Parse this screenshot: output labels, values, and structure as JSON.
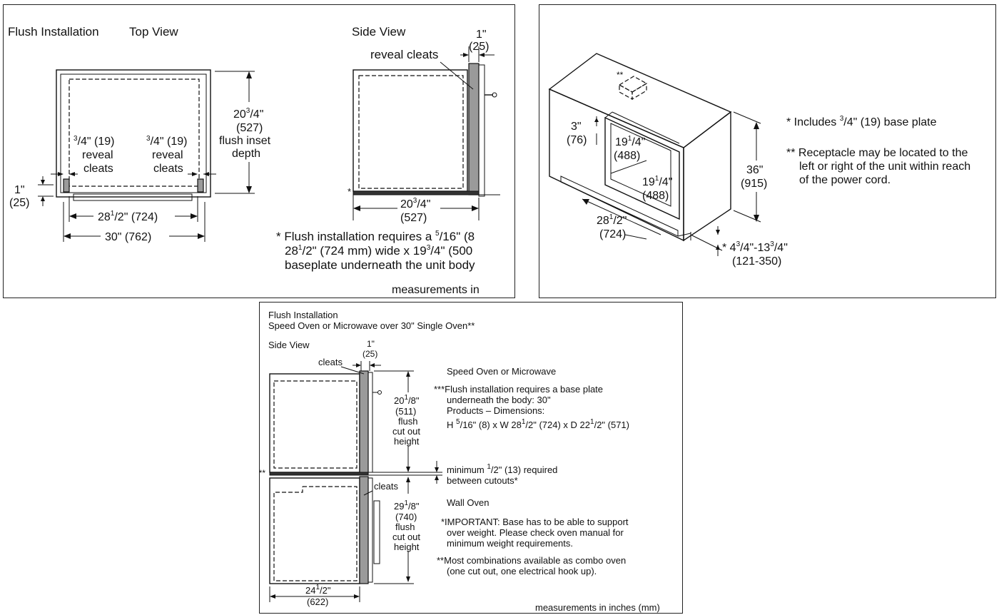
{
  "panel1": {
    "title_flush": "Flush Installation",
    "title_top": "Top View",
    "title_side": "Side View",
    "one_in": "1\"",
    "one_mm": "(25)",
    "reveal_cleats": "reveal cleats",
    "depth_whole": "20",
    "depth_frac": "3",
    "depth_den": "/4\"",
    "depth_mm": "(527)",
    "flush_inset": "flush inset",
    "depth_word": "depth",
    "cleat_frac_num": "3",
    "cleat_frac_rest": "/4\" (19)",
    "reveal": "reveal",
    "cleats": "cleats",
    "left_1in": "1\"",
    "left_1mm": "(25)",
    "w_inner_whole": "28",
    "w_inner_sup": "1",
    "w_inner_rest": "/2\" (724)",
    "w_outer": "30\" (762)",
    "side_depth_whole": "20",
    "side_depth_sup": "3",
    "side_depth_rest": "/4\"",
    "side_depth_mm": "(527)",
    "star": "*",
    "note1_a": "* Flush installation requires a",
    "note1_sup": "5",
    "note1_b": "/16\" (8",
    "note2_a": "28",
    "note2_sup": "1",
    "note2_b": "/2\" (724 mm) wide x 19",
    "note2_sup2": "3",
    "note2_c": "/4\" (500",
    "note3": "baseplate underneath the unit body",
    "measurements": "measurements in"
  },
  "panel2": {
    "stars": "**",
    "h3_in": "3\"",
    "h3_mm": "(76)",
    "w19a_whole": "19",
    "w19a_sup": "1",
    "w19a_rest": "/4\"",
    "w19a_mm": "(488)",
    "w19b_whole": "19",
    "w19b_sup": "1",
    "w19b_rest": "/4\"",
    "w19b_mm": "(488)",
    "h36_in": "36\"",
    "h36_mm": "(915)",
    "w28_whole": "28",
    "w28_sup": "1",
    "w28_rest": "/2\"",
    "w28_mm": "(724)",
    "base_a": "* 4",
    "base_sup1": "3",
    "base_b": "/4\"-13",
    "base_sup2": "3",
    "base_c": "/4\"",
    "base_mm": "(121-350)",
    "note_a": "*  Includes",
    "note_a_sup": "3",
    "note_a_rest": "/4\" (19) base plate",
    "note_b1": "** Receptacle may be located to the",
    "note_b2": "left or right of the unit within reach",
    "note_b3": "of the power cord."
  },
  "panel3": {
    "title1": "Flush Installation",
    "title2": "Speed Oven or Microwave over 30\" Single Oven**",
    "side_view": "Side View",
    "one_in": "1\"",
    "one_mm": "(25)",
    "cleats_top": "cleats",
    "h20_whole": "20",
    "h20_sup": "1",
    "h20_rest": "/8\"",
    "h20_mm": "(511)",
    "flush": "flush",
    "cut_out": "cut out",
    "height": "height",
    "speed_oven": "Speed Oven or Microwave",
    "note3_1": "***Flush installation requires a base plate",
    "note3_2": "underneath the body: 30\"",
    "note3_3": "Products – Dimensions:",
    "note3_4a": "H",
    "note3_4sup": "5",
    "note3_4b": "/16\" (8) x W 28",
    "note3_4sup2": "1",
    "note3_4c": "/2\" (724) x D 22",
    "note3_4sup3": "1",
    "note3_4d": "/2\" (571)",
    "stars3": "***",
    "min_a": "minimum",
    "min_sup": "1",
    "min_b": "/2\" (13) required",
    "min_2": "between cutouts*",
    "cleats_bottom": "cleats",
    "h29_whole": "29",
    "h29_sup": "1",
    "h29_rest": "/8\"",
    "h29_mm": "(740)",
    "flush2": "flush",
    "cut_out2": "cut out",
    "height2": "height",
    "wall_oven": "Wall Oven",
    "imp1": "*IMPORTANT: Base has to be able to support",
    "imp2": "over weight. Please check oven manual for",
    "imp3": "minimum weight requirements.",
    "combo1": "**Most combinations available as combo oven",
    "combo2": "(one cut out, one electrical hook up).",
    "w24_whole": "24",
    "w24_sup": "1",
    "w24_rest": "/2\"",
    "w24_mm": "(622)",
    "measurements": "measurements in inches (mm)"
  }
}
